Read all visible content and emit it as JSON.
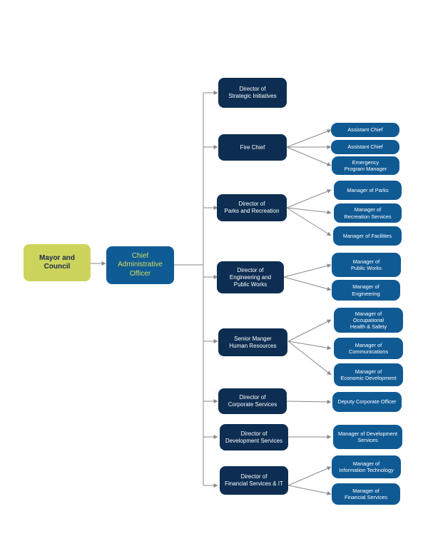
{
  "colors": {
    "mayor": "#cdd45c",
    "cao": "#0f5b95",
    "cao_text": "#d4dd62",
    "director": "#0d2e52",
    "manager": "#105a94",
    "connector": "#8a8a8a"
  },
  "top": {
    "mayor": "Mayor and\nCouncil",
    "cao": "Chief\nAdministrative\nOfficer"
  },
  "directors": [
    "Director of\nStrategic Initiatives",
    "Fire Chief",
    "Director of\nParks and Recreation",
    "Director of\nEngineering and\nPublic Works",
    "Senior Manger\nHuman Resources",
    "Director of\nCorporate Services",
    "Director of\nDevelopment Services",
    "Director of\nFinancial Services & IT"
  ],
  "managers": [
    "Assistant Chief",
    "Assistant Chief",
    "Emergency\nProgram Manager",
    "Manager of Parks",
    "Manager of\nRecreation Services",
    "Manager of Facilities",
    "Manager of\nPublic Works",
    "Manager of\nEngineering",
    "Manager of\nOccupational\nHealth & Safety",
    "Manager of\nCommunications",
    "Manager of\nEconomic Development",
    "Deputy Corporate Officer",
    "Manager of Development\nServices",
    "Manager of\nInformation Technology",
    "Manager of\nFinancial Services"
  ]
}
